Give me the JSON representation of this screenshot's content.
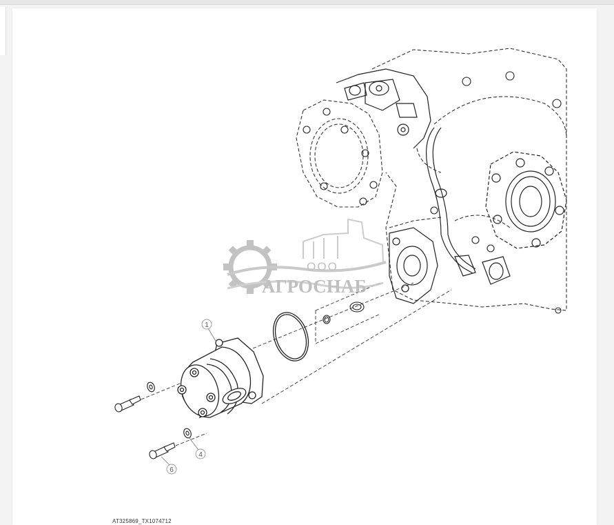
{
  "figure": {
    "reference_code": "AT325869_TX1074712",
    "callouts": [
      "1",
      "4",
      "6"
    ]
  },
  "watermark": {
    "org_prefix": "ООО",
    "brand": "АГРОСНАБ",
    "color": "#b5b5b5"
  },
  "colors": {
    "line": "#222222",
    "dash": "#333333",
    "background": "#ffffff"
  }
}
